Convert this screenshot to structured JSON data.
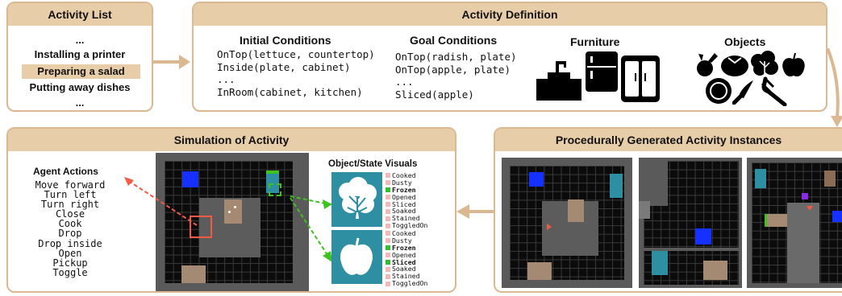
{
  "activity_list": {
    "title": "Activity List",
    "items": [
      "...",
      "Installing a printer",
      "Preparing a salad",
      "Putting away dishes",
      "..."
    ]
  },
  "activity_definition": {
    "title": "Activity Definition",
    "initial": {
      "heading": "Initial Conditions",
      "lines": [
        "OnTop(lettuce, countertop)",
        "Inside(plate, cabinet)",
        "...",
        "InRoom(cabinet, kitchen)"
      ]
    },
    "goal": {
      "heading": "Goal Conditions",
      "lines": [
        "OnTop(radish, plate)",
        "OnTop(apple, plate)",
        "...",
        "Sliced(apple)"
      ]
    },
    "furniture_heading": "Furniture",
    "objects_heading": "Objects"
  },
  "simulation": {
    "title": "Simulation of Activity",
    "agent_actions_heading": "Agent Actions",
    "actions": [
      "Move forward",
      "Turn left",
      "Turn right",
      "Close",
      "Cook",
      "Drop",
      "Drop inside",
      "Open",
      "Pickup",
      "Toggle"
    ],
    "visuals_heading": "Object/State Visuals",
    "lettuce_states": [
      {
        "label": "Cooked",
        "on": false,
        "bold": false
      },
      {
        "label": "Dusty",
        "on": false,
        "bold": false
      },
      {
        "label": "Frozen",
        "on": true,
        "bold": true
      },
      {
        "label": "Opened",
        "on": false,
        "bold": false
      },
      {
        "label": "Sliced",
        "on": false,
        "bold": false
      },
      {
        "label": "Soaked",
        "on": false,
        "bold": false
      },
      {
        "label": "Stained",
        "on": false,
        "bold": false
      },
      {
        "label": "ToggledOn",
        "on": false,
        "bold": false
      }
    ],
    "apple_states": [
      {
        "label": "Cooked",
        "on": false,
        "bold": false
      },
      {
        "label": "Dusty",
        "on": false,
        "bold": false
      },
      {
        "label": "Frozen",
        "on": true,
        "bold": true
      },
      {
        "label": "Opened",
        "on": false,
        "bold": false
      },
      {
        "label": "Sliced",
        "on": true,
        "bold": true
      },
      {
        "label": "Soaked",
        "on": false,
        "bold": false
      },
      {
        "label": "Stained",
        "on": false,
        "bold": false
      },
      {
        "label": "ToggledOn",
        "on": false,
        "bold": false
      }
    ]
  },
  "instances": {
    "title": "Procedurally Generated Activity Instances"
  },
  "colors": {
    "panel_border": "#d9b892",
    "panel_title_bg": "#e8cda9",
    "highlight": "#e8cda9",
    "teal": "#2e8fa3",
    "frozen_on": "#2fbf2f",
    "state_off": "#f3b9b9",
    "red_dash": "#f25a45",
    "green_dash": "#3fc11e"
  }
}
